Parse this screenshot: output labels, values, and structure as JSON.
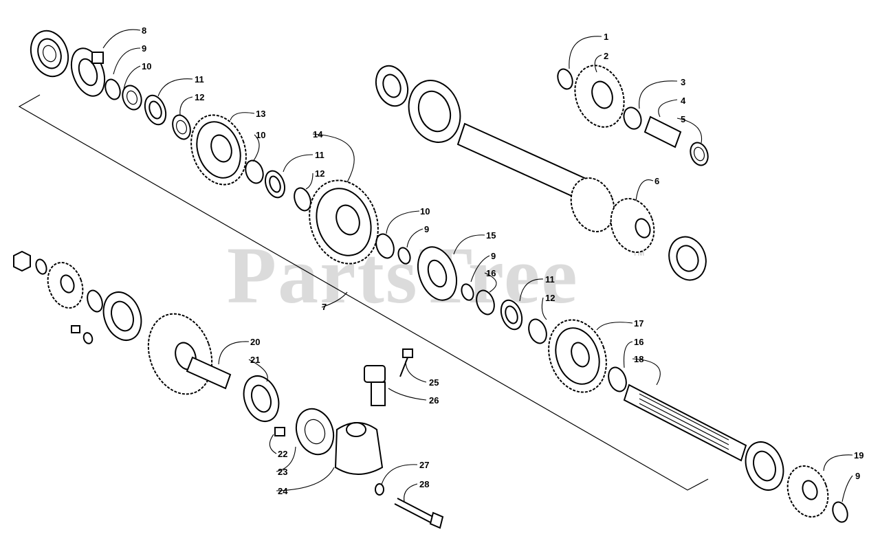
{
  "watermark": {
    "text": "PartsTree",
    "trademark": "TM"
  },
  "callouts": [
    "1",
    "2",
    "3",
    "4",
    "5",
    "6",
    "7",
    "8",
    "9",
    "9",
    "9",
    "9",
    "10",
    "10",
    "10",
    "11",
    "11",
    "11",
    "12",
    "12",
    "12",
    "13",
    "14",
    "15",
    "16",
    "16",
    "17",
    "18",
    "19",
    "20",
    "21",
    "22",
    "23",
    "24",
    "25",
    "26",
    "27",
    "28"
  ]
}
